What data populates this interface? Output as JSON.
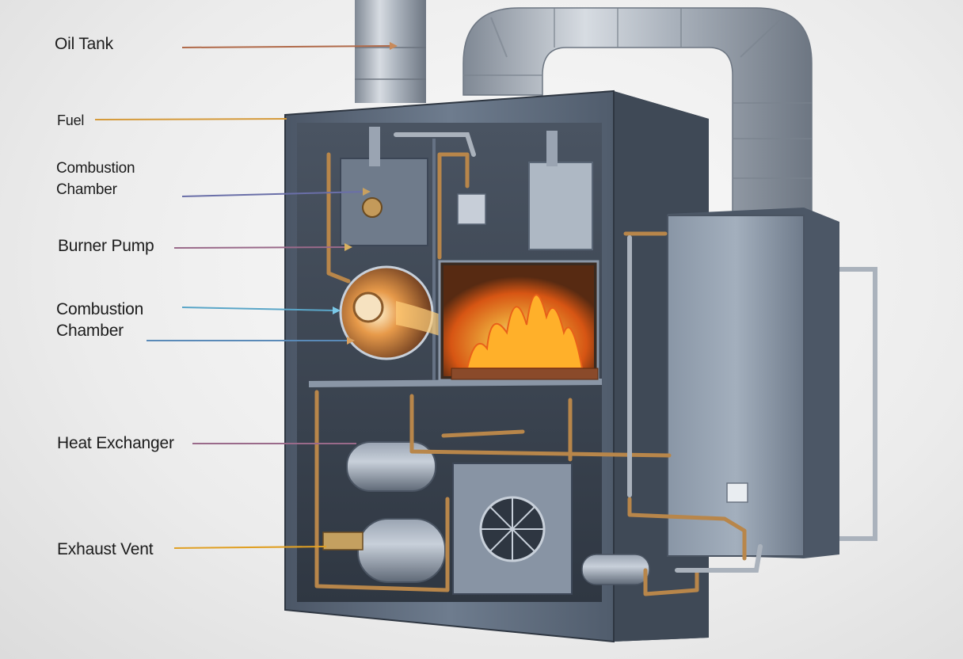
{
  "labels": {
    "oil_tank": "Oil Tank",
    "fuel": "Fuel",
    "combustion_chamber_upper_line1": "Combustion",
    "combustion_chamber_upper_line2": "Chamber",
    "burner_pump": "Burner Pump",
    "combustion_chamber_lower_line1": "Combustion",
    "combustion_chamber_lower_line2": "Chamber",
    "heat_exchanger": "Heat Exchanger",
    "exhaust_vent": "Exhaust Vent"
  },
  "colors": {
    "background": "#ececec",
    "cabinet": "#5d6b7d",
    "cabinet_dark": "#3c4656",
    "duct": "#a8b0bb",
    "copper_pipe": "#b8864a",
    "flame": "#ff8a1e",
    "leader_oil_tank": "#b06a4a",
    "leader_fuel": "#d59a3a",
    "leader_combustion_upper": "#6a6fa8",
    "leader_burner_pump": "#9a6a8a",
    "leader_combustion_lower": "#5aa6c8",
    "leader_heat_exchanger": "#9a6a8a",
    "leader_exhaust_vent": "#e0a024"
  }
}
